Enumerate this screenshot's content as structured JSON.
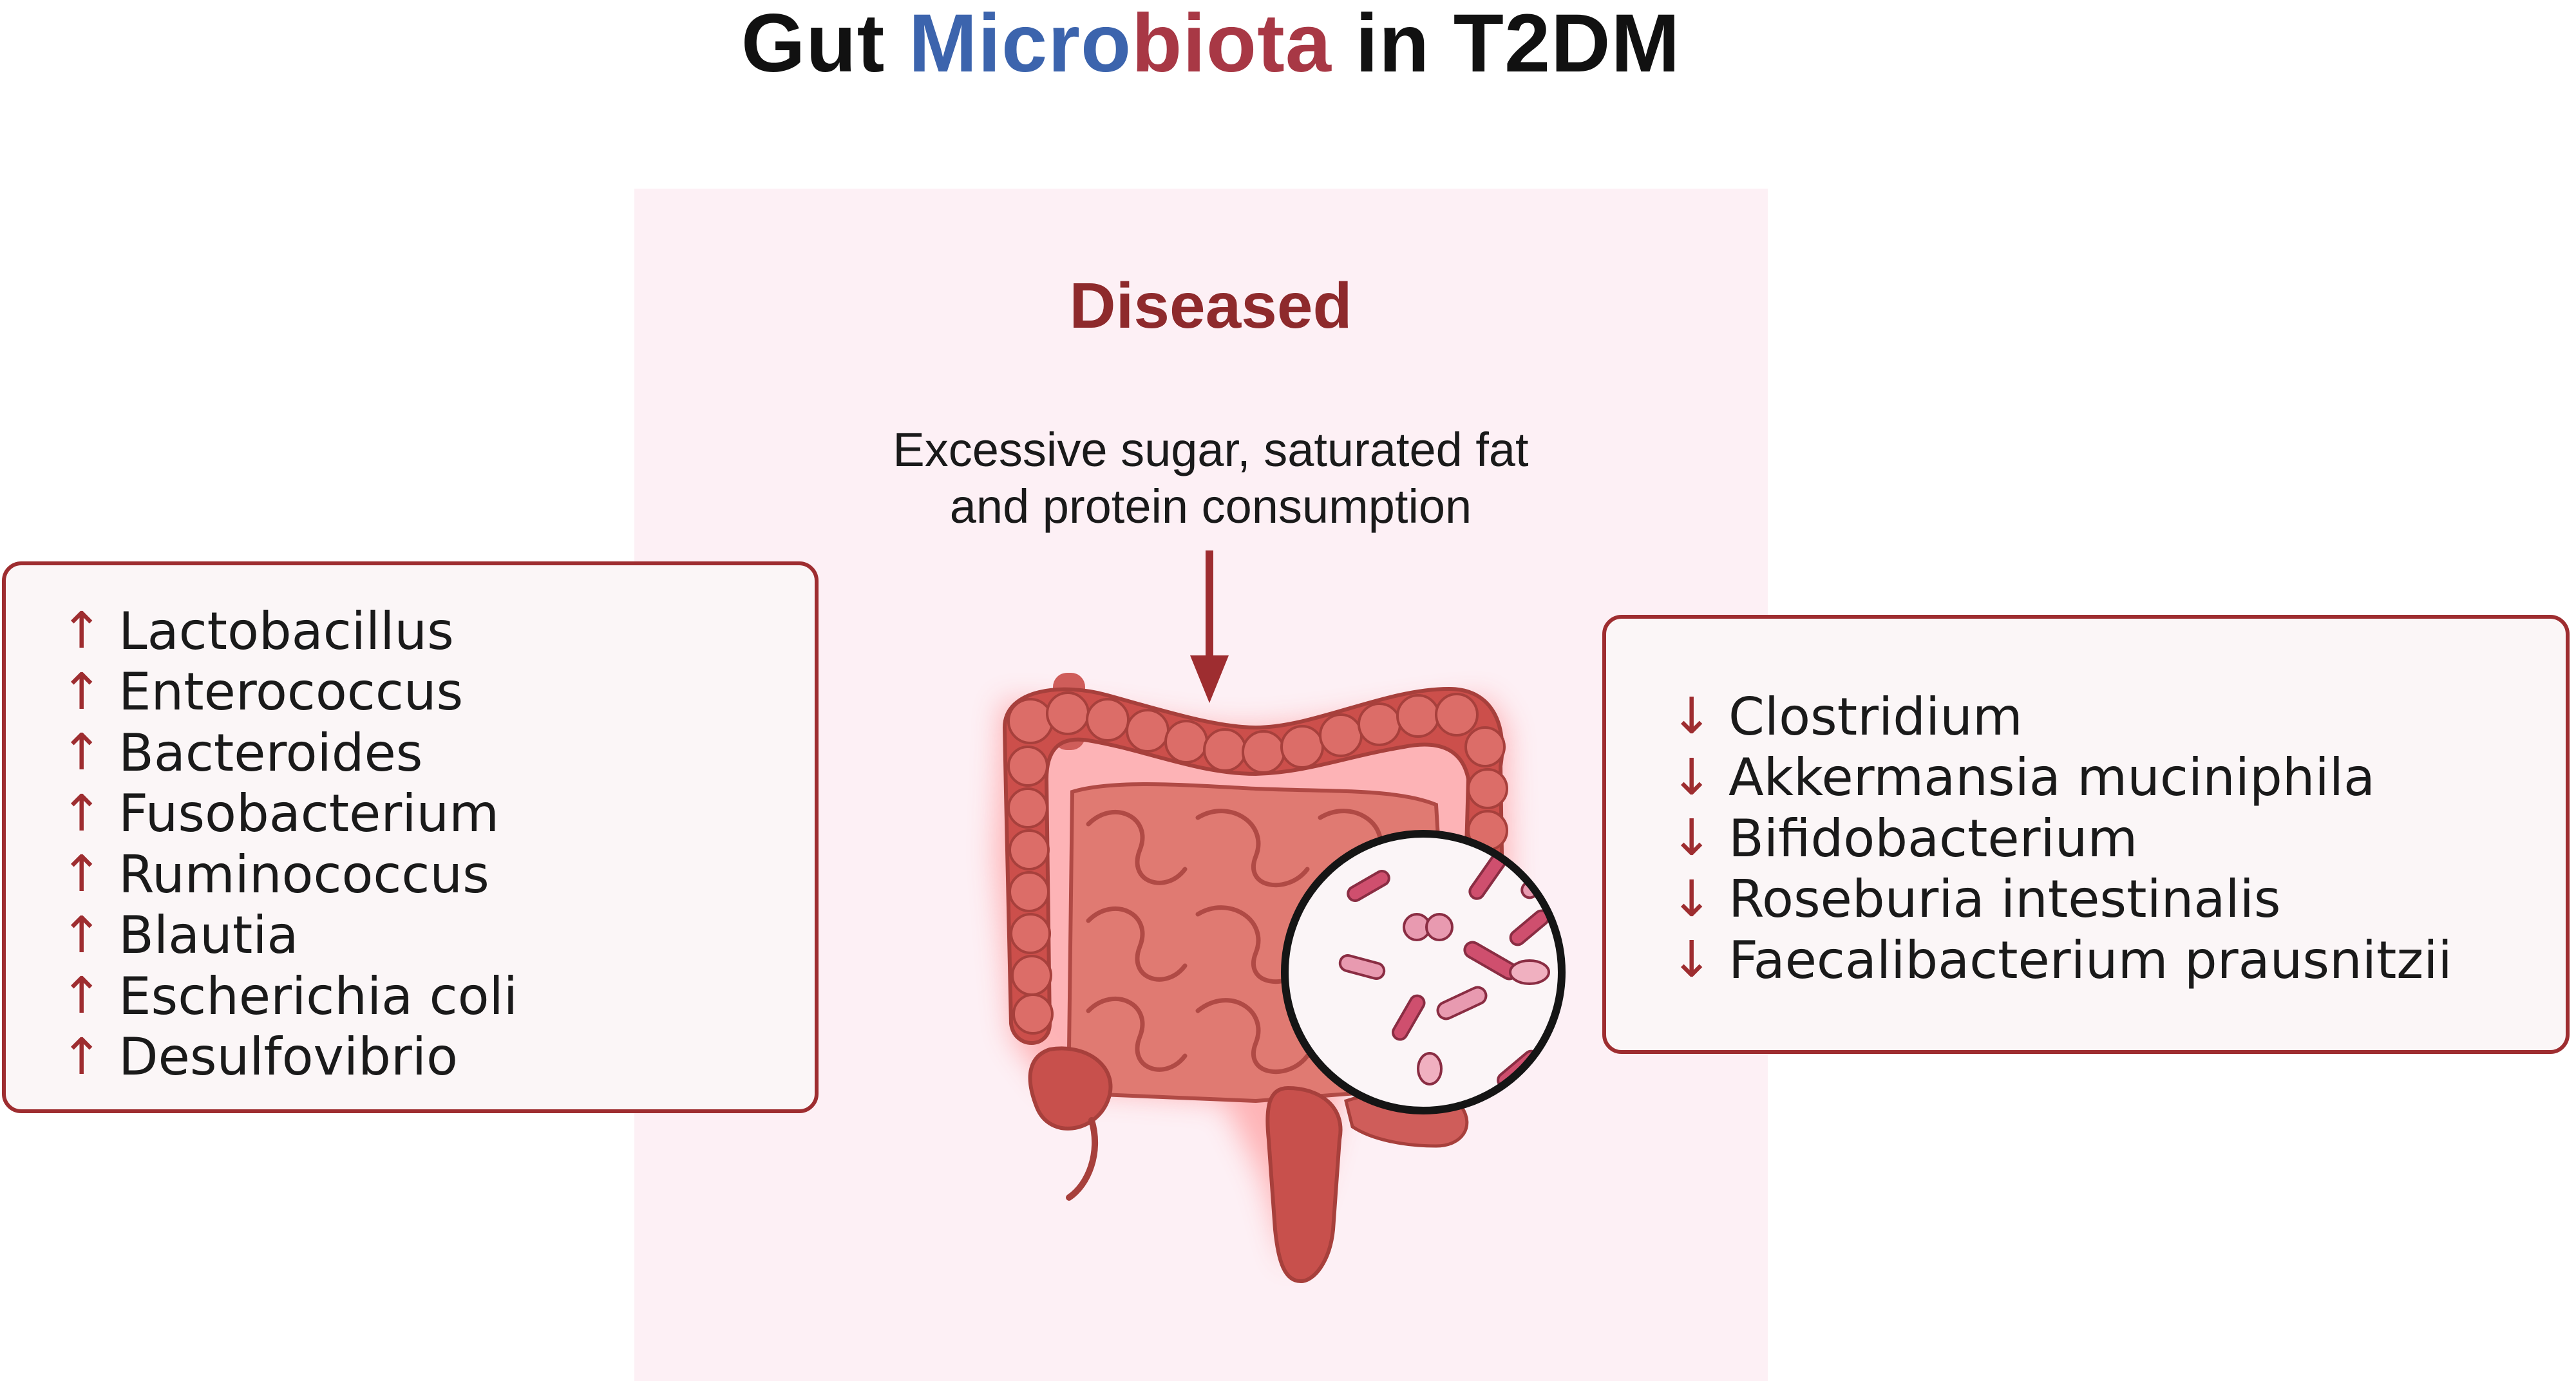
{
  "title": {
    "part1": "Gut ",
    "part2": "Micro",
    "part3": "biota",
    "part4": " in T2DM"
  },
  "panel": {
    "label": "Diseased",
    "cause_line1": "Excessive sugar, saturated fat",
    "cause_line2": "and protein consumption"
  },
  "increased": {
    "arrow": "↑",
    "items": [
      "Lactobacillus",
      "Enterococcus",
      "Bacteroides",
      "Fusobacterium",
      "Ruminococcus",
      "Blautia",
      "Escherichia coli",
      "Desulfovibrio"
    ]
  },
  "decreased": {
    "arrow": "↓",
    "items": [
      "Clostridium",
      "Akkermansia muciniphila",
      "Bifidobacterium",
      "Roseburia intestinalis",
      "Faecalibacterium prausnitzii"
    ]
  },
  "colors": {
    "title_blue": "#3c64ad",
    "title_red": "#a83845",
    "accent": "#9e2d30",
    "panel_bg": "#fdf0f5",
    "intestine": "#d9605c"
  },
  "icons": [
    "down-arrow-icon",
    "intestine-icon",
    "magnified-bacteria-icon"
  ]
}
